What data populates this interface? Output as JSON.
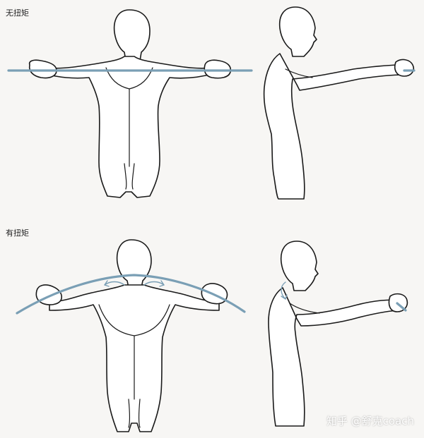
{
  "labels": {
    "top": "无扭矩",
    "bottom": "有扭矩"
  },
  "watermark": "知乎 @舒克coach",
  "colors": {
    "rod": "#7a9fb5",
    "outline": "#1a1a1a",
    "background": "#f7f6f4"
  }
}
